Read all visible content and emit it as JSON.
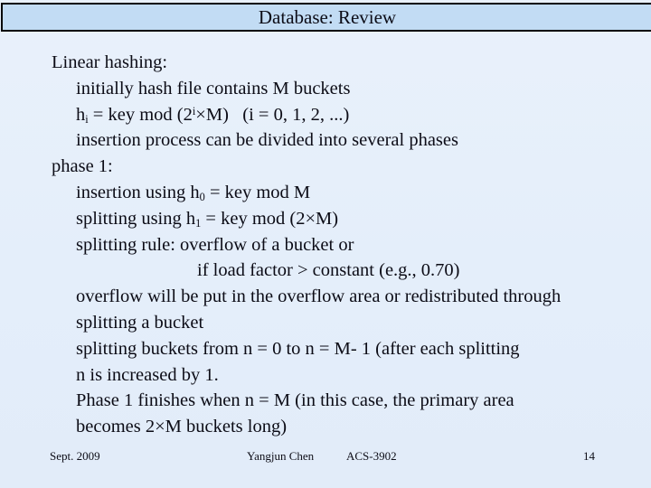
{
  "title": "Database: Review",
  "body": {
    "lines": [
      {
        "indent": 0,
        "segments": [
          {
            "t": "Linear hashing:"
          }
        ]
      },
      {
        "indent": 1,
        "segments": [
          {
            "t": "initially hash file contains M buckets"
          }
        ]
      },
      {
        "indent": 1,
        "segments": [
          {
            "t": "h"
          },
          {
            "t": "i",
            "s": "sub"
          },
          {
            "t": " = key mod (2"
          },
          {
            "t": "i",
            "s": "sup"
          },
          {
            "t": "×M)   (i = 0, 1, 2, ...)"
          }
        ]
      },
      {
        "indent": 1,
        "segments": [
          {
            "t": "insertion process can be divided into several phases"
          }
        ]
      },
      {
        "indent": 0,
        "segments": [
          {
            "t": "phase 1:"
          }
        ]
      },
      {
        "indent": 1,
        "segments": [
          {
            "t": "insertion using h"
          },
          {
            "t": "0",
            "s": "sub"
          },
          {
            "t": " = key mod M"
          }
        ]
      },
      {
        "indent": 1,
        "segments": [
          {
            "t": "splitting using h"
          },
          {
            "t": "1",
            "s": "sub"
          },
          {
            "t": " = key mod (2×M)"
          }
        ]
      },
      {
        "indent": 1,
        "segments": [
          {
            "t": "splitting rule: overflow of a bucket or"
          }
        ]
      },
      {
        "indent": 2,
        "segments": [
          {
            "t": "if load factor > constant (e.g., 0.70)"
          }
        ]
      },
      {
        "indent": 1,
        "segments": [
          {
            "t": "overflow will be put in the overflow area or redistributed through"
          }
        ]
      },
      {
        "indent": 1,
        "segments": [
          {
            "t": "splitting a bucket"
          }
        ]
      },
      {
        "indent": 1,
        "segments": [
          {
            "t": "splitting buckets from n = 0 to n = M- 1 (after each splitting"
          }
        ]
      },
      {
        "indent": 1,
        "segments": [
          {
            "t": "n is increased by 1."
          }
        ]
      },
      {
        "indent": 1,
        "segments": [
          {
            "t": "Phase 1 finishes when n = M (in this case, the primary area"
          }
        ]
      },
      {
        "indent": 1,
        "segments": [
          {
            "t": "becomes 2×M buckets long)"
          }
        ]
      }
    ]
  },
  "footer": {
    "date": "Sept. 2009",
    "author": "Yangjun Chen",
    "course": "ACS-3902",
    "page": "14"
  },
  "colors": {
    "title_bar_bg": "#c2dcf4",
    "title_bar_border": "#060606",
    "slide_bg_top": "#e9f1fb",
    "slide_bg_bottom": "#e2ecf9",
    "text": "#0c0c16"
  }
}
